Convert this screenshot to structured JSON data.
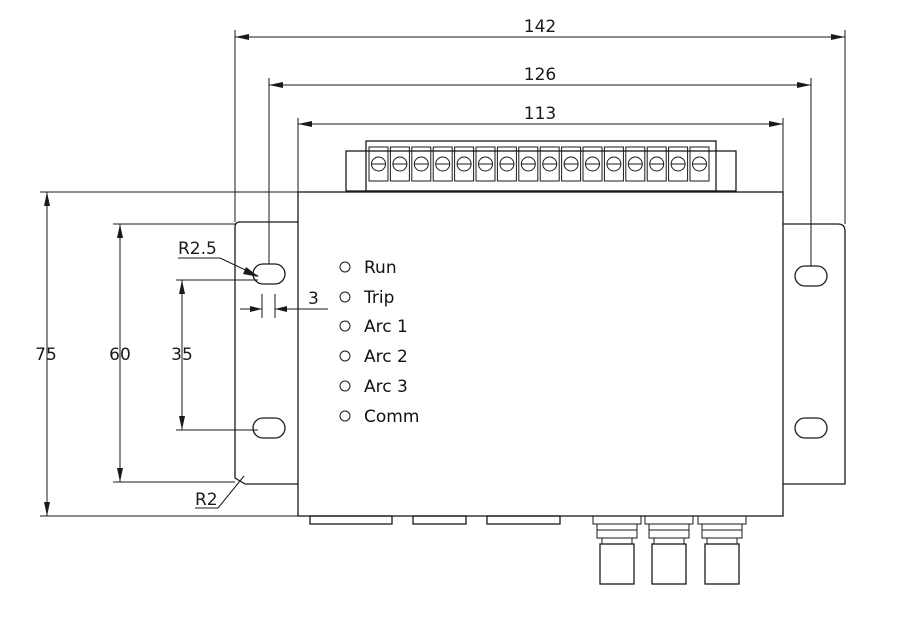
{
  "dimensions": {
    "width_overall": "142",
    "width_holes": "126",
    "width_body": "113",
    "height_overall": "75",
    "height_holes": "60",
    "slot_spacing": "35",
    "slot_radius": "R2.5",
    "slot_width": "3",
    "corner_radius": "R2"
  },
  "leds": [
    {
      "label": "Run"
    },
    {
      "label": "Trip"
    },
    {
      "label": "Arc 1"
    },
    {
      "label": "Arc 2"
    },
    {
      "label": "Arc 3"
    },
    {
      "label": "Comm"
    }
  ],
  "terminal_count": 16,
  "fiber_connector_count": 3
}
